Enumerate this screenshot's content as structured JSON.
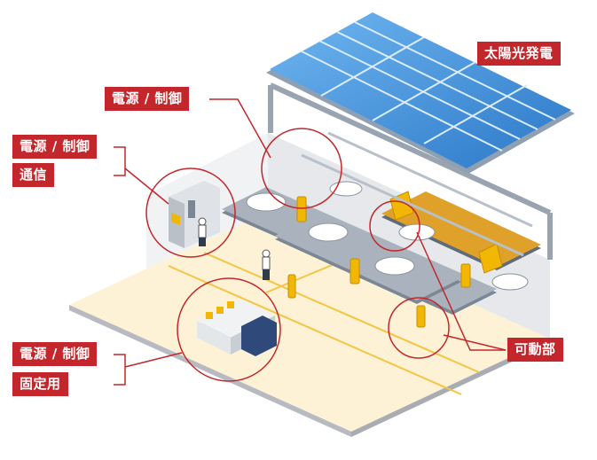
{
  "labels": {
    "solar": "太陽光発電",
    "power_control_top": "電源 / 制御",
    "power_control_left": "電源 / 制御",
    "communication": "通信",
    "moving_parts": "可動部",
    "power_control_bottom": "電源 / 制御",
    "fixed_use": "固定用"
  },
  "colors": {
    "accent_red": "#c3272b",
    "floor": "#fdf1d6",
    "wall_side": "#dcdfe3",
    "solar_blue": "#3f8fd8",
    "frame_gray": "#9aa4b0",
    "robot_yellow": "#f2b705"
  }
}
